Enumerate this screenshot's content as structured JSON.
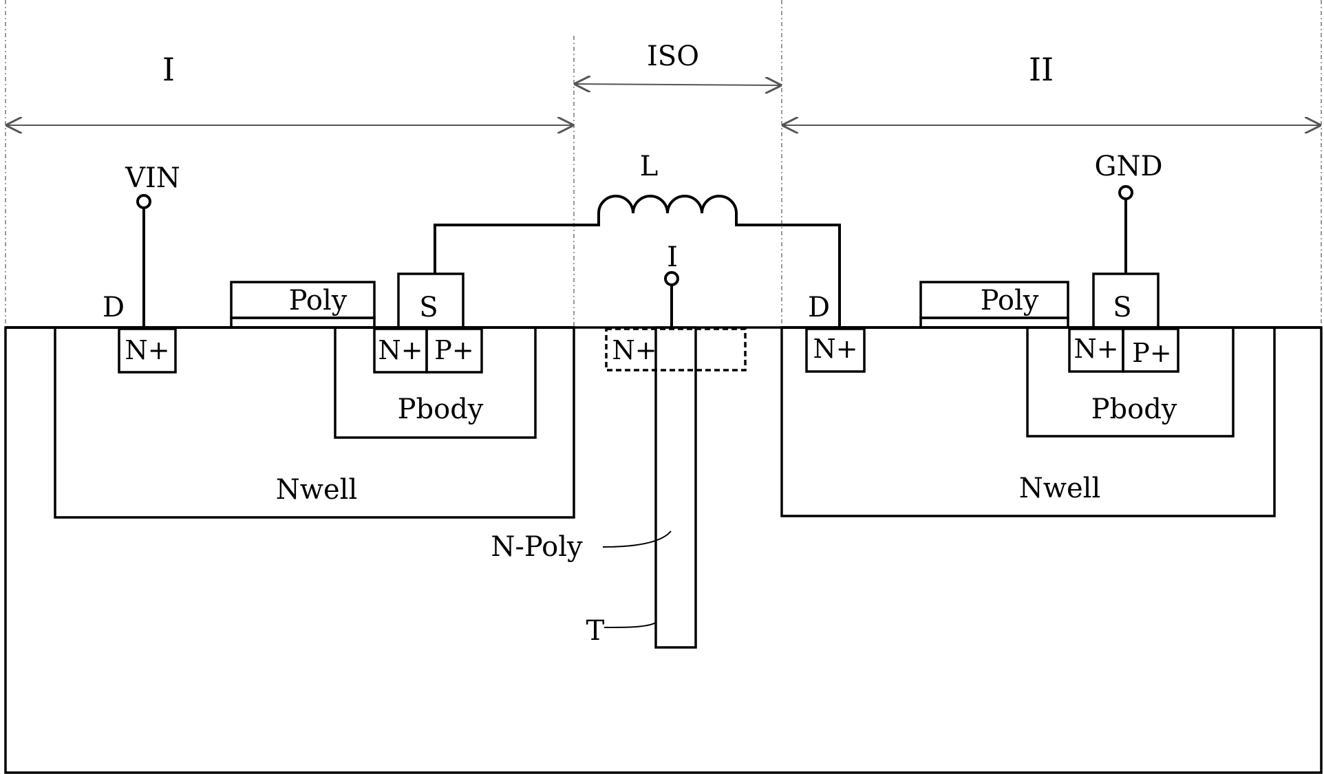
{
  "regions": {
    "left": "I",
    "iso": "ISO",
    "right": "II"
  },
  "terminals": {
    "vin": "VIN",
    "gnd": "GND",
    "inductor": "L",
    "i": "I"
  },
  "left_device": {
    "drain": "D",
    "drain_diff": "N+",
    "gate": "Poly",
    "source": "S",
    "source_n": "N+",
    "source_p": "P+",
    "body": "Pbody",
    "well": "Nwell"
  },
  "right_device": {
    "drain": "D",
    "drain_diff": "N+",
    "gate": "Poly",
    "source": "S",
    "source_n": "N+",
    "source_p": "P+",
    "body": "Pbody",
    "well": "Nwell"
  },
  "isolation": {
    "contact_diff": "N+",
    "trench_fill": "N-Poly",
    "trench": "T"
  }
}
